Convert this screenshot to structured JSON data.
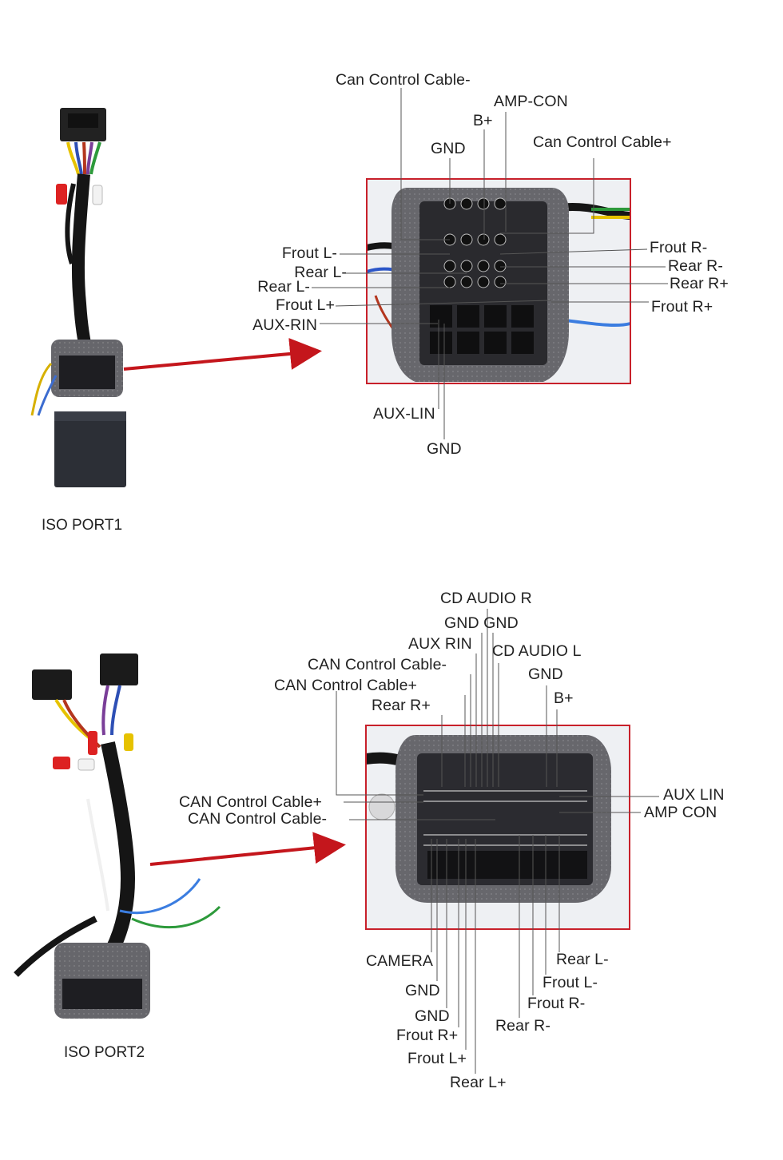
{
  "port1": {
    "caption": "ISO PORT1",
    "labels": {
      "can_minus": "Can Control Cable-",
      "amp_con": "AMP-CON",
      "b_plus": "B+",
      "gnd_top": "GND",
      "can_plus": "Can Control Cable+",
      "frout_l_minus": "Frout L-",
      "rear_l_minus_a": "Rear L-",
      "rear_l_minus_b": "Rear L-",
      "frout_l_plus": "Frout L+",
      "aux_rin": "AUX-RIN",
      "frout_r_minus": "Frout R-",
      "rear_r_minus": "Rear R-",
      "rear_r_plus": "Rear R+",
      "frout_r_plus": "Frout R+",
      "aux_lin": "AUX-LIN",
      "gnd_bottom": "GND"
    }
  },
  "port2": {
    "caption": "ISO PORT2",
    "labels": {
      "cd_audio_r": "CD AUDIO R",
      "gnd_gnd": "GND GND",
      "aux_rin": "AUX RIN",
      "cd_audio_l": "CD AUDIO L",
      "can_minus_top": "CAN Control Cable-",
      "gnd_right": "GND",
      "can_plus_top": "CAN Control Cable+",
      "rear_r_plus": "Rear R+",
      "b_plus": "B+",
      "can_plus_left": "CAN Control Cable+",
      "can_minus_left": "CAN Control Cable-",
      "aux_lin": "AUX LIN",
      "amp_con": "AMP CON",
      "camera": "CAMERA",
      "gnd_b1": "GND",
      "gnd_b2": "GND",
      "frout_r_plus": "Frout R+",
      "frout_l_plus": "Frout L+",
      "rear_l_plus": "Rear L+",
      "rear_l_minus": "Rear L-",
      "frout_l_minus": "Frout L-",
      "frout_r_minus": "Frout R-",
      "rear_r_minus": "Rear R-"
    }
  },
  "colors": {
    "frame": "#c8202a",
    "arrow": "#c4161c",
    "foam": "#6b6b70",
    "plug": "#2a2a2e",
    "leader": "#555555"
  }
}
